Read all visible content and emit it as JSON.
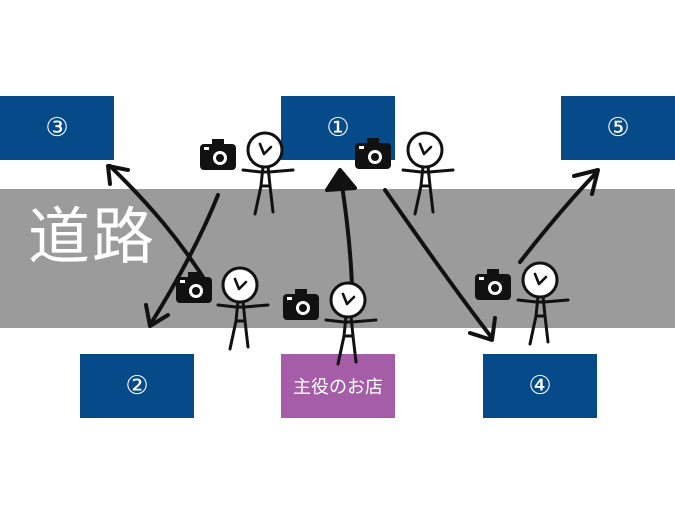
{
  "road": {
    "label": "道路"
  },
  "stores": [
    {
      "id": "1",
      "label": "①"
    },
    {
      "id": "2",
      "label": "②"
    },
    {
      "id": "3",
      "label": "③"
    },
    {
      "id": "4",
      "label": "④"
    },
    {
      "id": "5",
      "label": "⑤"
    }
  ],
  "main_store": {
    "label": "主役のお店"
  },
  "figures": [
    {
      "name": "person-with-camera",
      "icon": "camera-icon"
    }
  ],
  "colors": {
    "store": "#064a8a",
    "main_store": "#a55da8",
    "road": "#9b9b9b"
  }
}
